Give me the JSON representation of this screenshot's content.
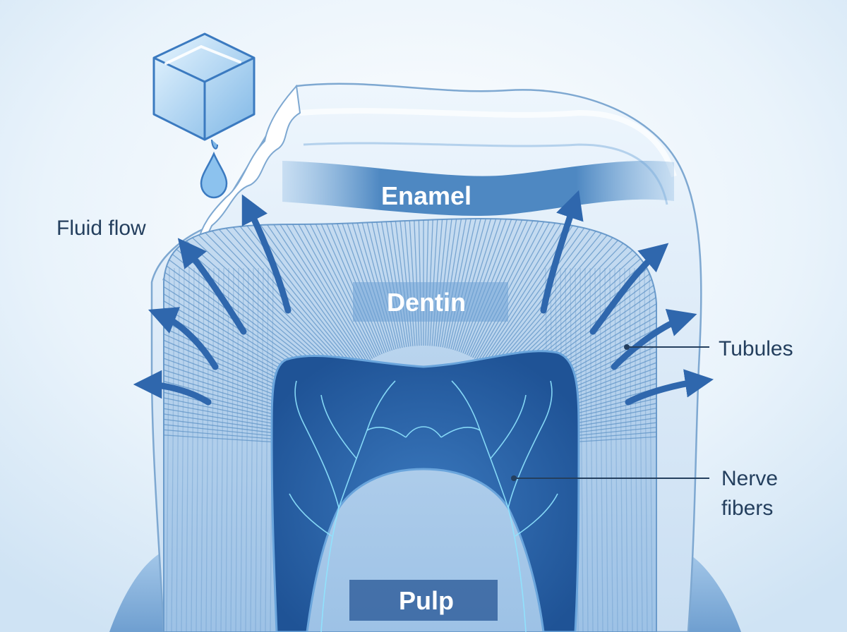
{
  "labels": {
    "enamel": "Enamel",
    "dentin": "Dentin",
    "pulp": "Pulp",
    "fluid_flow": "Fluid flow",
    "tubules": "Tubules",
    "nerve_fibers_line1": "Nerve",
    "nerve_fibers_line2": "fibers"
  },
  "colors": {
    "background": "#e6f1fa",
    "enamel": "#d7e9f7",
    "enamel_band": "#4e88c2",
    "dentin": "#a9cbe9",
    "tubule_lines": "#5f93c6",
    "pulp": "#2c64a8",
    "nerves": "#8fe4ff",
    "arrows": "#2f67ad",
    "label_text": "#243f5e",
    "gum": "#8db8e0"
  },
  "icons": {
    "stimulus": "ice-cube-icon",
    "drop": "water-drop-icon",
    "arrow": "fluid-flow-arrow-icon"
  }
}
